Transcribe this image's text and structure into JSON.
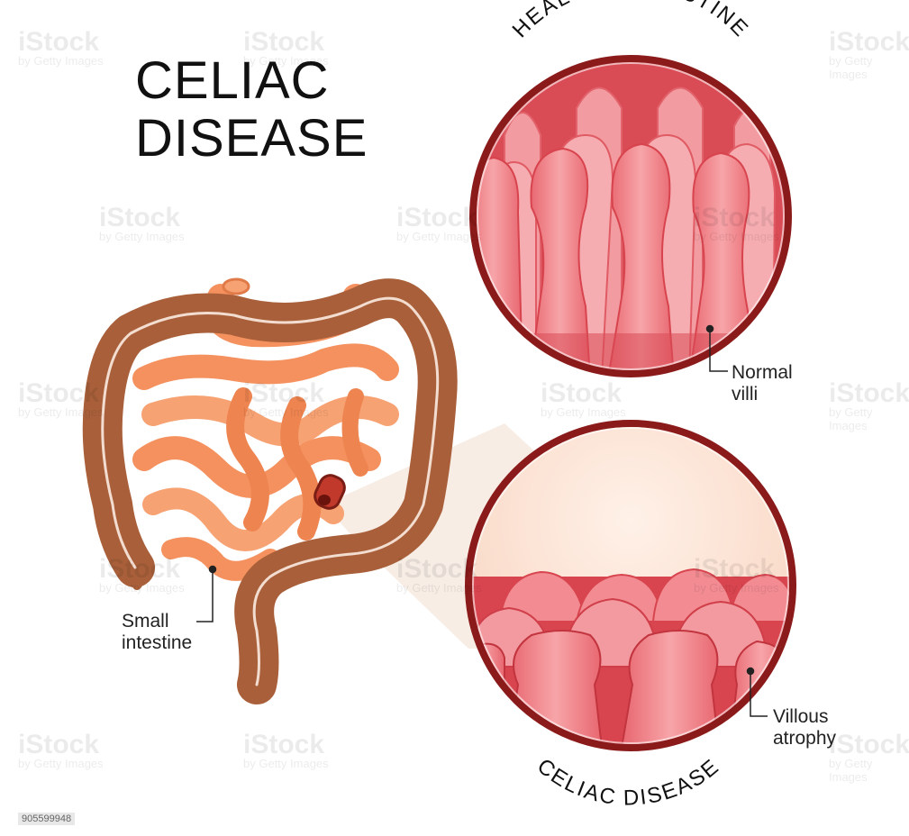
{
  "title": {
    "line1": "CELIAC",
    "line2": "DISEASE"
  },
  "circles": {
    "healthy_title": "HEALTHY INTESTINE",
    "disease_title": "CELIAC DISEASE"
  },
  "labels": {
    "normal_villi_1": "Normal",
    "normal_villi_2": "villi",
    "small_intestine_1": "Small",
    "small_intestine_2": "intestine",
    "villous_atrophy_1": "Villous",
    "villous_atrophy_2": "atrophy"
  },
  "watermark": {
    "brand": "iStock",
    "tagline": "by Getty Images"
  },
  "stock_id": "905599948",
  "colors": {
    "large_intestine": "#a9603a",
    "small_intestine": "#f4915e",
    "circle_border": "#8b1a1a",
    "villi": "#e9757d",
    "villi_light": "#f9b4b4",
    "lumen": "#fde3d3"
  }
}
